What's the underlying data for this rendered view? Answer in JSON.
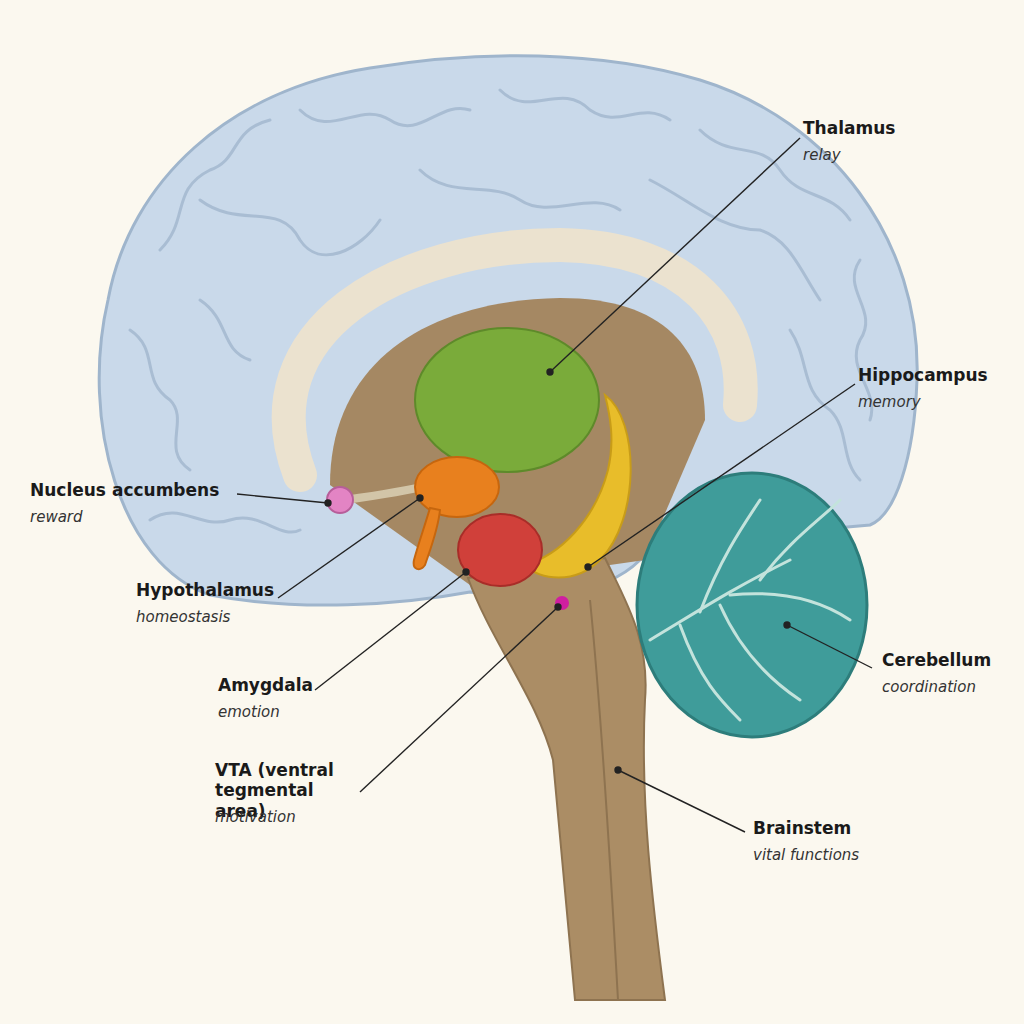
{
  "diagram": {
    "labels": [
      "Thalamus",
      "relay",
      "Hippocampus",
      "memory",
      "Nucleus accumbens",
      "reward",
      "Hypothalamus",
      "homeostasis",
      "Amygdala",
      "emotion",
      "VTA (ventral tegmental area)",
      "motivation",
      "Cerebellum",
      "coordination",
      "Brainstem",
      "vital functions"
    ]
  }
}
